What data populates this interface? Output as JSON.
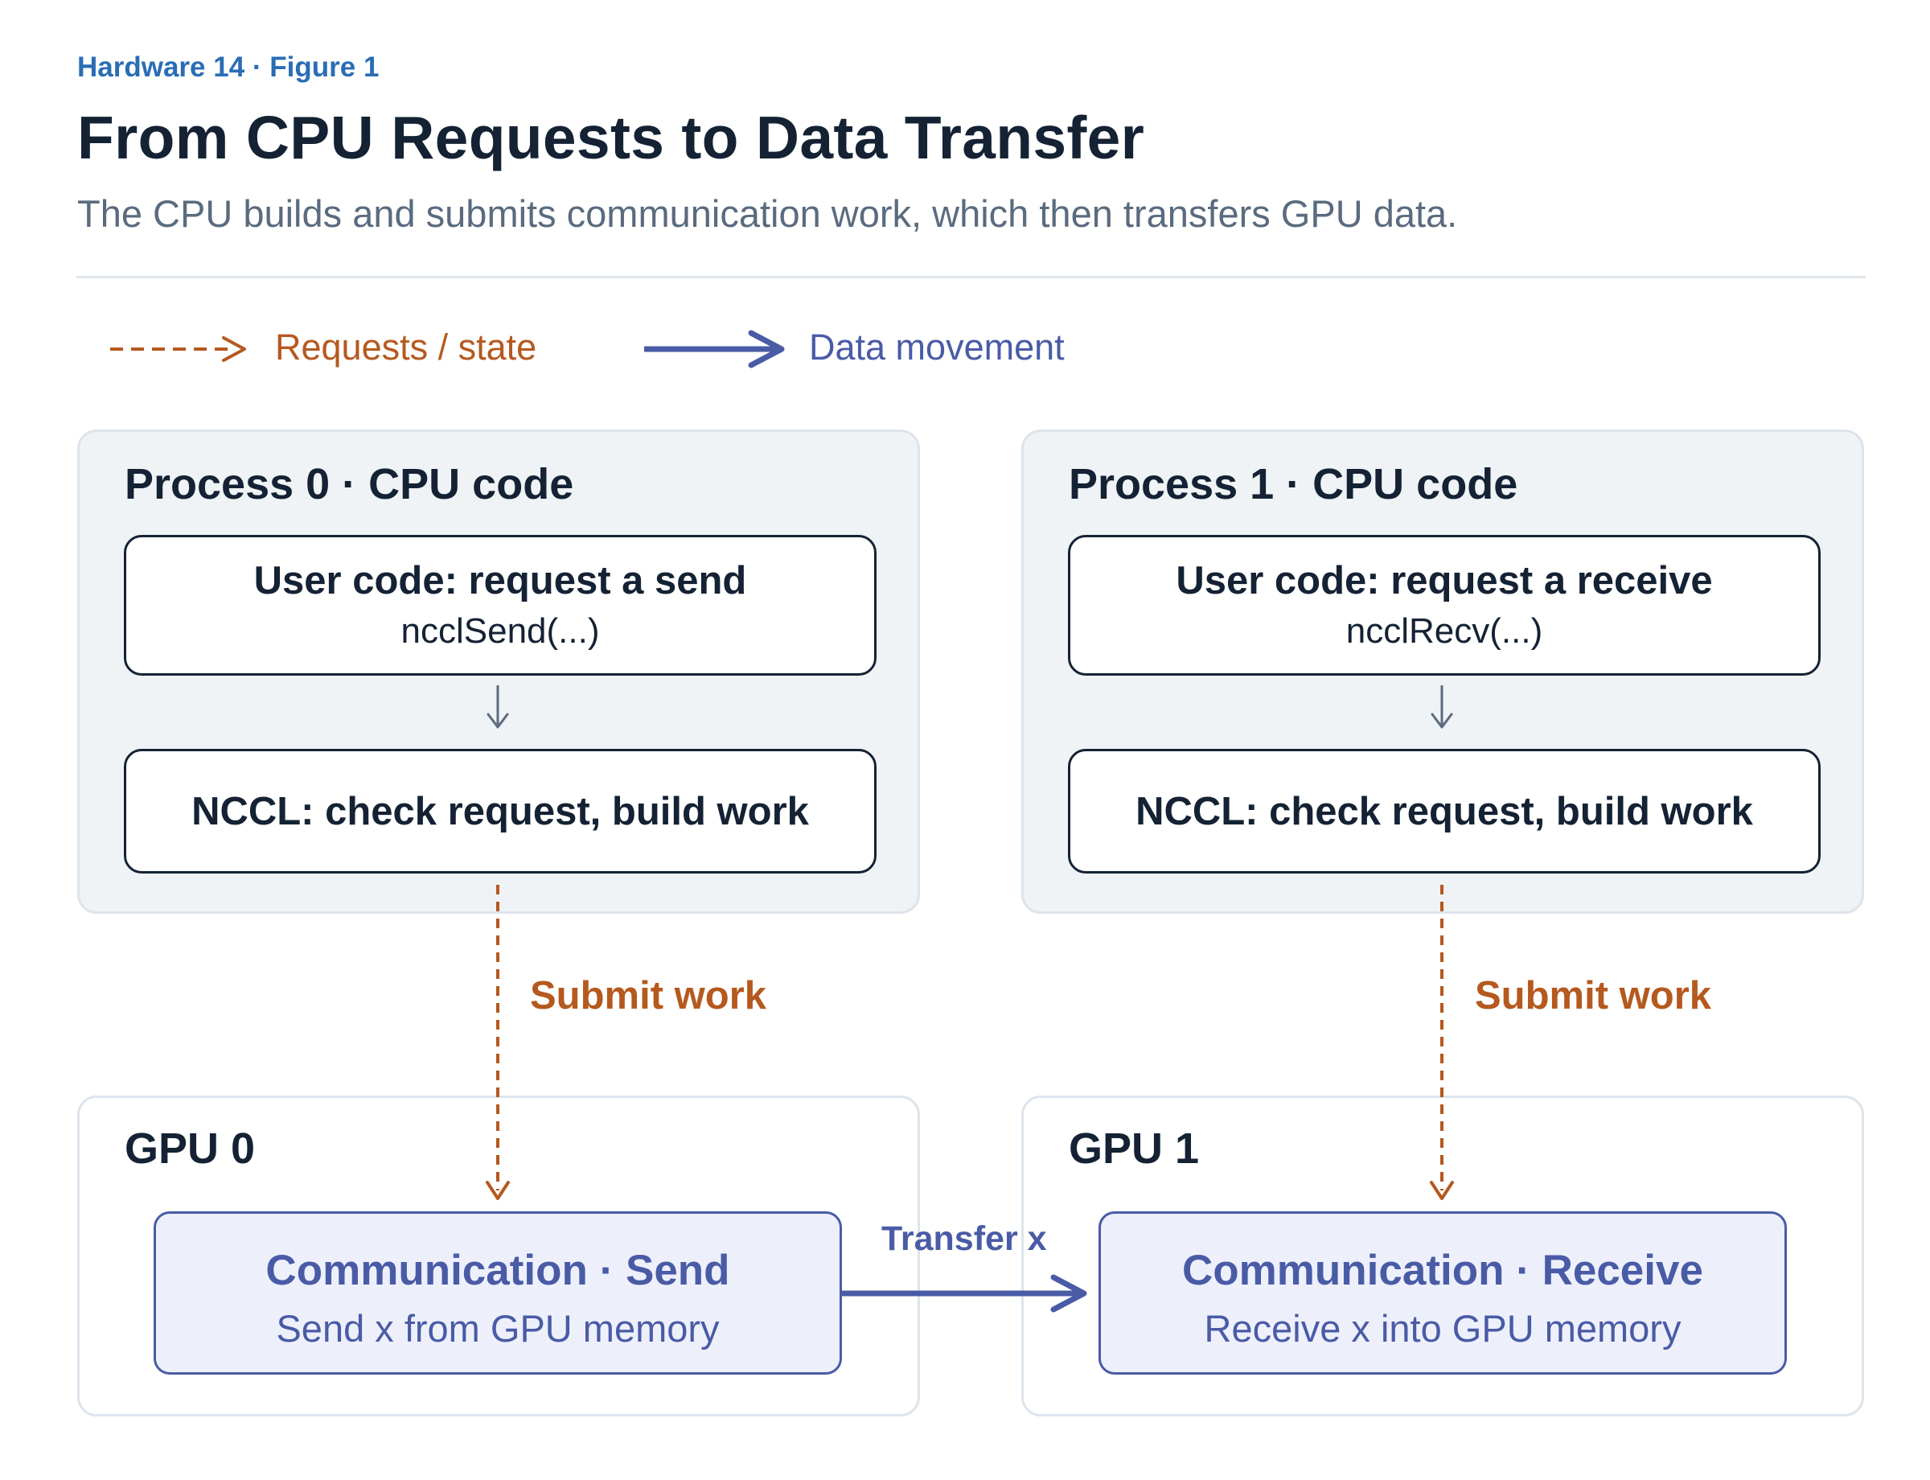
{
  "header": {
    "eyebrow": "Hardware 14 · Figure 1",
    "title": "From CPU Requests to Data Transfer",
    "subtitle": "The CPU builds and submits communication work, which then transfers GPU data."
  },
  "legend": {
    "requests_label": "Requests / state",
    "data_label": "Data movement"
  },
  "process0": {
    "title": "Process 0 · CPU code",
    "user_box_title": "User code: request a send",
    "user_box_call": "ncclSend(...)",
    "nccl_box": "NCCL: check request, build work"
  },
  "process1": {
    "title": "Process 1 · CPU code",
    "user_box_title": "User code: request a receive",
    "user_box_call": "ncclRecv(...)",
    "nccl_box": "NCCL: check request, build work"
  },
  "submit_label": "Submit work",
  "gpu0": {
    "title": "GPU 0",
    "comm_title": "Communication · Send",
    "comm_desc": "Send x from GPU memory"
  },
  "gpu1": {
    "title": "GPU 1",
    "comm_title": "Communication · Receive",
    "comm_desc": "Receive x into GPU memory"
  },
  "transfer_label": "Transfer x",
  "colors": {
    "eyebrow": "#2a6db5",
    "request_arrow": "#b5591f",
    "data_arrow": "#4a5ba6",
    "text_dark": "#142234",
    "cpu_panel": "#eff3f6",
    "comm_fill": "#edf0fb"
  }
}
